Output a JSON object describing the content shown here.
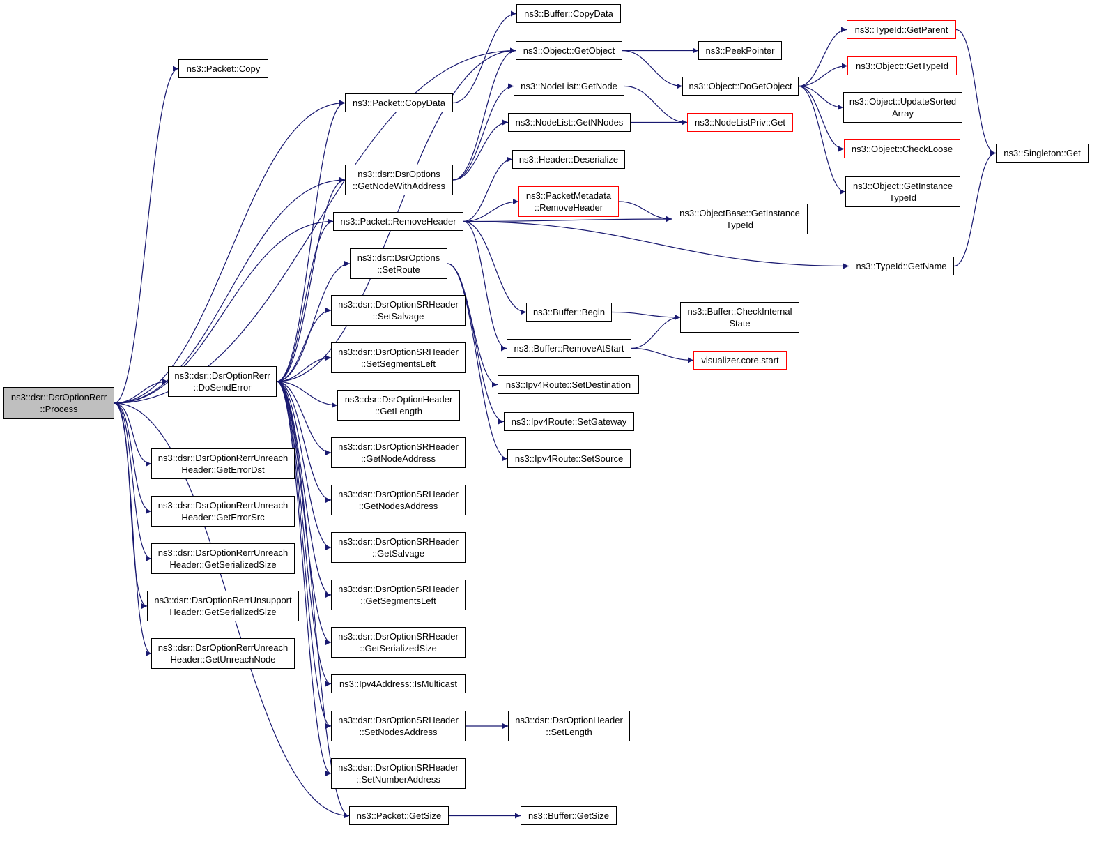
{
  "colors": {
    "edge": "#191970",
    "red_border": "#ff0000",
    "root_fill": "#bfbfbf"
  },
  "nodes": {
    "process": {
      "label": "ns3::dsr::DsrOptionRerr\n::Process",
      "style": "root"
    },
    "packet_copy": {
      "label": "ns3::Packet::Copy"
    },
    "packet_copydata": {
      "label": "ns3::Packet::CopyData"
    },
    "buffer_copydata": {
      "label": "ns3::Buffer::CopyData"
    },
    "object_getobject": {
      "label": "ns3::Object::GetObject"
    },
    "peekpointer": {
      "label": "ns3::PeekPointer"
    },
    "object_dogetobject": {
      "label": "ns3::Object::DoGetObject"
    },
    "typeid_getparent": {
      "label": "ns3::TypeId::GetParent",
      "style": "red"
    },
    "object_gettypeid": {
      "label": "ns3::Object::GetTypeId",
      "style": "red"
    },
    "object_updatesorted": {
      "label": "ns3::Object::UpdateSorted\nArray"
    },
    "object_checkloose": {
      "label": "ns3::Object::CheckLoose",
      "style": "red"
    },
    "object_getinstancetypeid": {
      "label": "ns3::Object::GetInstance\nTypeId"
    },
    "singleton_get": {
      "label": "ns3::Singleton::Get"
    },
    "nodelist_getnode": {
      "label": "ns3::NodeList::GetNode"
    },
    "nodelist_getnnodes": {
      "label": "ns3::NodeList::GetNNodes"
    },
    "nodelistpriv_get": {
      "label": "ns3::NodeListPriv::Get",
      "style": "red"
    },
    "dsroptions_getnodewithaddress": {
      "label": "ns3::dsr::DsrOptions\n::GetNodeWithAddress"
    },
    "header_deserialize": {
      "label": "ns3::Header::Deserialize"
    },
    "packetmetadata_removeheader": {
      "label": "ns3::PacketMetadata\n::RemoveHeader",
      "style": "red"
    },
    "objectbase_getinstancetypeid": {
      "label": "ns3::ObjectBase::GetInstance\nTypeId"
    },
    "packet_removeheader": {
      "label": "ns3::Packet::RemoveHeader"
    },
    "typeid_getname": {
      "label": "ns3::TypeId::GetName"
    },
    "dsroptions_setroute": {
      "label": "ns3::dsr::DsrOptions\n::SetRoute"
    },
    "buffer_begin": {
      "label": "ns3::Buffer::Begin"
    },
    "buffer_checkinternalstate": {
      "label": "ns3::Buffer::CheckInternal\nState"
    },
    "buffer_removeatstart": {
      "label": "ns3::Buffer::RemoveAtStart"
    },
    "visualizer_core_start": {
      "label": "visualizer.core.start",
      "style": "red"
    },
    "sr_setsalvage": {
      "label": "ns3::dsr::DsrOptionSRHeader\n::SetSalvage"
    },
    "sr_setsegmentsleft": {
      "label": "ns3::dsr::DsrOptionSRHeader\n::SetSegmentsLeft"
    },
    "ipv4route_setdestination": {
      "label": "ns3::Ipv4Route::SetDestination"
    },
    "rerr_dosenderror": {
      "label": "ns3::dsr::DsrOptionRerr\n::DoSendError"
    },
    "header_getlength": {
      "label": "ns3::dsr::DsrOptionHeader\n::GetLength"
    },
    "ipv4route_setgateway": {
      "label": "ns3::Ipv4Route::SetGateway"
    },
    "ipv4route_setsource": {
      "label": "ns3::Ipv4Route::SetSource"
    },
    "sr_getnodeaddress": {
      "label": "ns3::dsr::DsrOptionSRHeader\n::GetNodeAddress"
    },
    "unreach_geterrordst": {
      "label": "ns3::dsr::DsrOptionRerrUnreach\nHeader::GetErrorDst"
    },
    "sr_getnodesaddress": {
      "label": "ns3::dsr::DsrOptionSRHeader\n::GetNodesAddress"
    },
    "unreach_geterrorsrc": {
      "label": "ns3::dsr::DsrOptionRerrUnreach\nHeader::GetErrorSrc"
    },
    "sr_getsalvage": {
      "label": "ns3::dsr::DsrOptionSRHeader\n::GetSalvage"
    },
    "unreach_getserializedsize": {
      "label": "ns3::dsr::DsrOptionRerrUnreach\nHeader::GetSerializedSize"
    },
    "sr_getsegmentsleft": {
      "label": "ns3::dsr::DsrOptionSRHeader\n::GetSegmentsLeft"
    },
    "unsupport_getserializedsize": {
      "label": "ns3::dsr::DsrOptionRerrUnsupport\nHeader::GetSerializedSize"
    },
    "sr_getserializedsize": {
      "label": "ns3::dsr::DsrOptionSRHeader\n::GetSerializedSize"
    },
    "unreach_getunreachnode": {
      "label": "ns3::dsr::DsrOptionRerrUnreach\nHeader::GetUnreachNode"
    },
    "ipv4address_ismulticast": {
      "label": "ns3::Ipv4Address::IsMulticast"
    },
    "sr_setnodesaddress": {
      "label": "ns3::dsr::DsrOptionSRHeader\n::SetNodesAddress"
    },
    "header_setlength": {
      "label": "ns3::dsr::DsrOptionHeader\n::SetLength"
    },
    "sr_setnumberaddress": {
      "label": "ns3::dsr::DsrOptionSRHeader\n::SetNumberAddress"
    },
    "packet_getsize": {
      "label": "ns3::Packet::GetSize"
    },
    "buffer_getsize": {
      "label": "ns3::Buffer::GetSize"
    }
  },
  "edges": [
    [
      "process",
      "packet_copy"
    ],
    [
      "process",
      "packet_copydata"
    ],
    [
      "process",
      "object_getobject"
    ],
    [
      "process",
      "dsroptions_getnodewithaddress"
    ],
    [
      "process",
      "packet_removeheader"
    ],
    [
      "process",
      "rerr_dosenderror"
    ],
    [
      "process",
      "unreach_geterrordst"
    ],
    [
      "process",
      "unreach_geterrorsrc"
    ],
    [
      "process",
      "unreach_getserializedsize"
    ],
    [
      "process",
      "unsupport_getserializedsize"
    ],
    [
      "process",
      "unreach_getunreachnode"
    ],
    [
      "process",
      "packet_getsize"
    ],
    [
      "packet_copydata",
      "buffer_copydata"
    ],
    [
      "object_getobject",
      "peekpointer"
    ],
    [
      "object_getobject",
      "object_dogetobject"
    ],
    [
      "object_dogetobject",
      "typeid_getparent"
    ],
    [
      "object_dogetobject",
      "object_gettypeid"
    ],
    [
      "object_dogetobject",
      "object_updatesorted"
    ],
    [
      "object_dogetobject",
      "object_checkloose"
    ],
    [
      "object_dogetobject",
      "object_getinstancetypeid"
    ],
    [
      "typeid_getparent",
      "singleton_get"
    ],
    [
      "nodelist_getnode",
      "nodelistpriv_get"
    ],
    [
      "nodelist_getnnodes",
      "nodelistpriv_get"
    ],
    [
      "dsroptions_getnodewithaddress",
      "object_getobject"
    ],
    [
      "dsroptions_getnodewithaddress",
      "nodelist_getnode"
    ],
    [
      "dsroptions_getnodewithaddress",
      "nodelist_getnnodes"
    ],
    [
      "packet_removeheader",
      "header_deserialize"
    ],
    [
      "packet_removeheader",
      "packetmetadata_removeheader"
    ],
    [
      "packet_removeheader",
      "objectbase_getinstancetypeid"
    ],
    [
      "packet_removeheader",
      "typeid_getname"
    ],
    [
      "packet_removeheader",
      "buffer_begin"
    ],
    [
      "packet_removeheader",
      "buffer_removeatstart"
    ],
    [
      "packetmetadata_removeheader",
      "objectbase_getinstancetypeid"
    ],
    [
      "typeid_getname",
      "singleton_get"
    ],
    [
      "buffer_begin",
      "buffer_checkinternalstate"
    ],
    [
      "buffer_removeatstart",
      "buffer_checkinternalstate"
    ],
    [
      "buffer_removeatstart",
      "visualizer_core_start"
    ],
    [
      "dsroptions_setroute",
      "ipv4route_setdestination"
    ],
    [
      "dsroptions_setroute",
      "ipv4route_setgateway"
    ],
    [
      "dsroptions_setroute",
      "ipv4route_setsource"
    ],
    [
      "rerr_dosenderror",
      "packet_copydata"
    ],
    [
      "rerr_dosenderror",
      "object_getobject"
    ],
    [
      "rerr_dosenderror",
      "dsroptions_getnodewithaddress"
    ],
    [
      "rerr_dosenderror",
      "packet_removeheader"
    ],
    [
      "rerr_dosenderror",
      "dsroptions_setroute"
    ],
    [
      "rerr_dosenderror",
      "sr_setsalvage"
    ],
    [
      "rerr_dosenderror",
      "sr_setsegmentsleft"
    ],
    [
      "rerr_dosenderror",
      "header_getlength"
    ],
    [
      "rerr_dosenderror",
      "sr_getnodeaddress"
    ],
    [
      "rerr_dosenderror",
      "sr_getnodesaddress"
    ],
    [
      "rerr_dosenderror",
      "sr_getsalvage"
    ],
    [
      "rerr_dosenderror",
      "sr_getsegmentsleft"
    ],
    [
      "rerr_dosenderror",
      "sr_getserializedsize"
    ],
    [
      "rerr_dosenderror",
      "ipv4address_ismulticast"
    ],
    [
      "rerr_dosenderror",
      "sr_setnodesaddress"
    ],
    [
      "rerr_dosenderror",
      "sr_setnumberaddress"
    ],
    [
      "rerr_dosenderror",
      "packet_getsize"
    ],
    [
      "sr_setnodesaddress",
      "header_setlength"
    ],
    [
      "packet_getsize",
      "buffer_getsize"
    ]
  ]
}
